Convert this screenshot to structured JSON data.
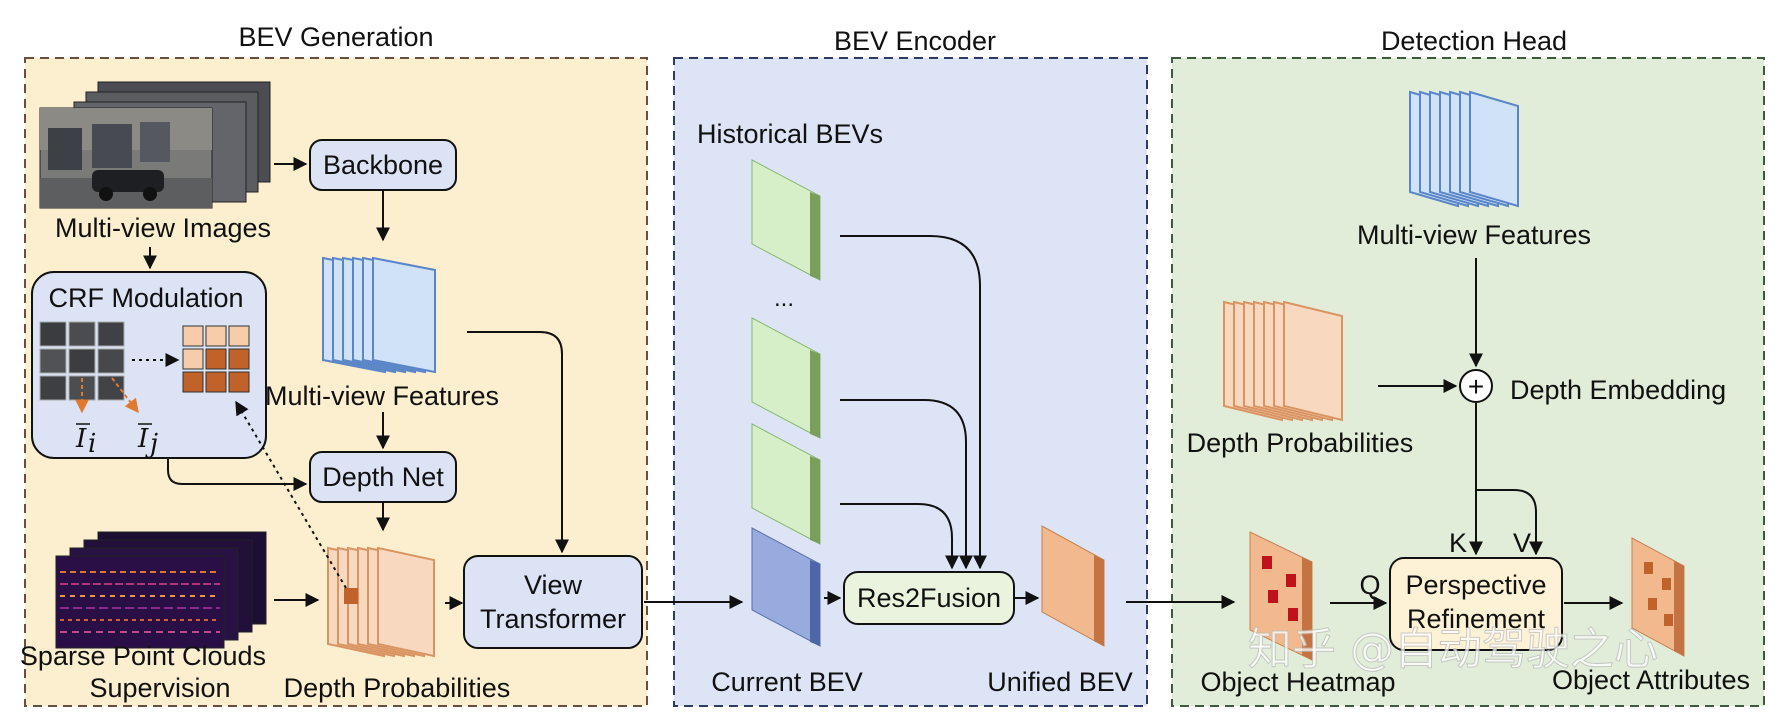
{
  "colors": {
    "gen_bg": "#fcefd0",
    "enc_bg": "#dde4f5",
    "head_bg": "#e1edd8",
    "box_fill": "#dbe3f5",
    "blue_feat": "#cfe2f8",
    "peach": "#f8d8be",
    "green_bev": "#d7efc8",
    "blue_bev": "#97abdf",
    "orange_bev": "#f2b98e",
    "res_fill": "#e9f3de",
    "refine_fill": "#fdf2d6",
    "dark_cell": "#c0622a",
    "light_cell": "#f6ccaa",
    "heat_red": "#c0121a"
  },
  "sections": {
    "generation": "BEV Generation",
    "encoder": "BEV Encoder",
    "head": "Detection Head"
  },
  "generation": {
    "multiview_images": "Multi-view Images",
    "backbone": "Backbone",
    "multiview_features": "Multi-view Features",
    "crf_modulation": "CRF Modulation",
    "depth_net": "Depth Net",
    "sparse_line1": "Sparse Point Clouds",
    "sparse_line2": "Supervision",
    "depth_probabilities": "Depth Probabilities",
    "view_line1": "View",
    "view_line2": "Transformer",
    "i_bar": "I",
    "i_sub": "i",
    "j_sub": "j"
  },
  "encoder": {
    "historical": "Historical BEVs",
    "ellipsis": "...",
    "res2fusion": "Res2Fusion",
    "current_bev": "Current BEV",
    "unified_bev": "Unified BEV"
  },
  "head": {
    "multiview_features": "Multi-view Features",
    "depth_probabilities": "Depth Probabilities",
    "plus": "+",
    "depth_embedding": "Depth Embedding",
    "k": "K",
    "v": "V",
    "q": "Q",
    "refine_line1": "Perspective",
    "refine_line2": "Refinement",
    "object_heatmap": "Object Heatmap",
    "object_attributes": "Object Attributes"
  },
  "watermark": "知乎 @自动驾驶之心"
}
